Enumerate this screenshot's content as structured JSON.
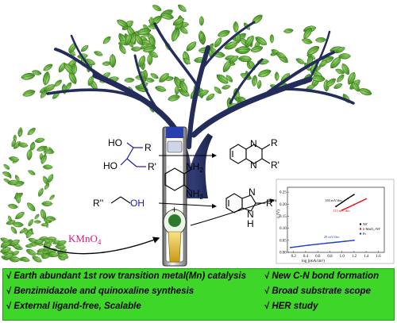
{
  "reagent": {
    "name": "KMnO",
    "subscript": "4"
  },
  "reactants": {
    "diol_r": "R",
    "diol_r_prime": "R'",
    "diol_ho_top": "HO",
    "diol_ho_bottom": "HO",
    "alcohol_r2": "R''",
    "alcohol_oh": "OH",
    "amine_top": "NH",
    "amine_bottom": "NH",
    "amine_sub": "2",
    "plus": "+"
  },
  "products": {
    "quinoxaline_n_top": "N",
    "quinoxaline_n_bottom": "N",
    "quinoxaline_r": "R",
    "quinoxaline_r_prime": "R'",
    "benzimidazole_n": "N",
    "benzimidazole_nh_n": "N",
    "benzimidazole_h": "H",
    "benzimidazole_r2": "R''"
  },
  "chart_data": {
    "type": "line",
    "xlabel": "log j(mA/cm²)",
    "ylabel": "η (V)",
    "x_ticks": [
      "0.2",
      "0.4",
      "0.6",
      "0.8",
      "1.0",
      "1.2",
      "1.4",
      "1.6"
    ],
    "y_ticks": [
      "0.25",
      "0.20",
      "0.15",
      "0.10",
      "0.05",
      "0.00"
    ],
    "xlim": [
      0.1,
      1.7
    ],
    "ylim": [
      0.0,
      0.27
    ],
    "series": [
      {
        "name": "NF",
        "color": "#000000",
        "x": [
          0.9,
          1.0,
          1.1,
          1.2
        ],
        "y": [
          0.19,
          0.207,
          0.224,
          0.24
        ]
      },
      {
        "name": "δ-MnO₂-NF",
        "color": "#e01010",
        "x": [
          1.0,
          1.1,
          1.2,
          1.3,
          1.4
        ],
        "y": [
          0.175,
          0.186,
          0.198,
          0.21,
          0.222
        ]
      },
      {
        "name": "Pt",
        "color": "#1a3ad8",
        "x": [
          0.15,
          0.3,
          0.45,
          0.6,
          0.75,
          0.9,
          1.05,
          1.2
        ],
        "y": [
          0.02,
          0.025,
          0.03,
          0.034,
          0.038,
          0.042,
          0.046,
          0.05
        ]
      }
    ],
    "annotations": [
      "165 mV/dec",
      "115 mV/dec",
      "29 mV/dec"
    ]
  },
  "features": {
    "left": [
      "Earth abundant 1st row transition metal(Mn) catalysis",
      "Benzimidazole and quinoxaline synthesis",
      "External ligand-free, Scalable"
    ],
    "right": [
      "New C-N bond formation",
      "Broad substrate scope",
      "HER  study"
    ],
    "check": "√"
  },
  "colors": {
    "banner": "#3fd62a",
    "trunk": "#232c5a",
    "leaf": "#6bbf3a",
    "reagent_text": "#e0147a",
    "bond_blue": "#1a1aa8"
  }
}
